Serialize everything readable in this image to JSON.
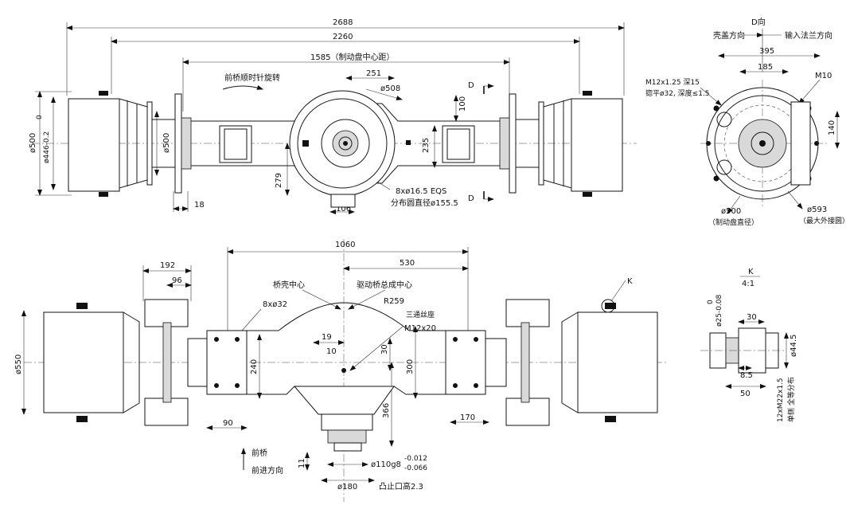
{
  "top_view": {
    "dims": {
      "overall_width": "2688",
      "flange_span": "2260",
      "brake_center": "1585（制动盘中心距）",
      "d251": "251",
      "d508": "ø508",
      "d100": "100",
      "d235": "235",
      "d279": "279",
      "d18": "18",
      "d106": "106",
      "bolt_holes": "8xø16.5 EQS",
      "bolt_circle": "分布圆直径ø155.5",
      "dia500_left": "ø500",
      "dia446": "ø446-0.2",
      "dia446_tol": "0",
      "dia500_inner": "ø500"
    },
    "rotation_label": "前桥顺时针旋转",
    "section_mark": "D"
  },
  "side_view": {
    "title": "D向",
    "left_label": "壳盖方向",
    "right_label": "输入法兰方向",
    "dims": {
      "d395": "395",
      "d185": "185",
      "m12_thread": "M12x1.25  深15",
      "spot_face": "锪平ø32, 深度≤1.5",
      "m10": "M10",
      "d140": "140",
      "d500": "ø500",
      "d500_note": "（制动盘直径）",
      "d593": "ø593",
      "d593_note": "（最大外接圆）"
    }
  },
  "bottom_view": {
    "dims": {
      "d1060": "1060",
      "d530": "530",
      "d192": "192",
      "d96": "96",
      "holes": "8xø32",
      "r259": "R259",
      "m12x20": "M12x20",
      "plug": "三通丝座",
      "axle_center": "桥壳中心",
      "drive_center": "驱动桥总成中心",
      "d19": "19",
      "d10": "10",
      "d30": "30",
      "d240": "240",
      "d300": "300",
      "d366": "366",
      "d90": "90",
      "d170": "170",
      "d11": "11",
      "d110": "ø110g8",
      "d110_tol_upper": "-0.012",
      "d110_tol_lower": "-0.066",
      "d180": "ø180",
      "d23": "凸止口高2.3",
      "d550": "ø550",
      "detail_k": "K"
    },
    "front_label": "前桥",
    "forward_label": "前进方向"
  },
  "detail_k": {
    "title": "K",
    "scale": "4:1",
    "dims": {
      "d25": "ø25-0.08",
      "d25_tol": "0",
      "d30": "30",
      "d445": "ø44.5",
      "d85": "8.5",
      "d50": "50",
      "thread": "12xM22x1.5",
      "note": "单侧  全等分布"
    }
  }
}
